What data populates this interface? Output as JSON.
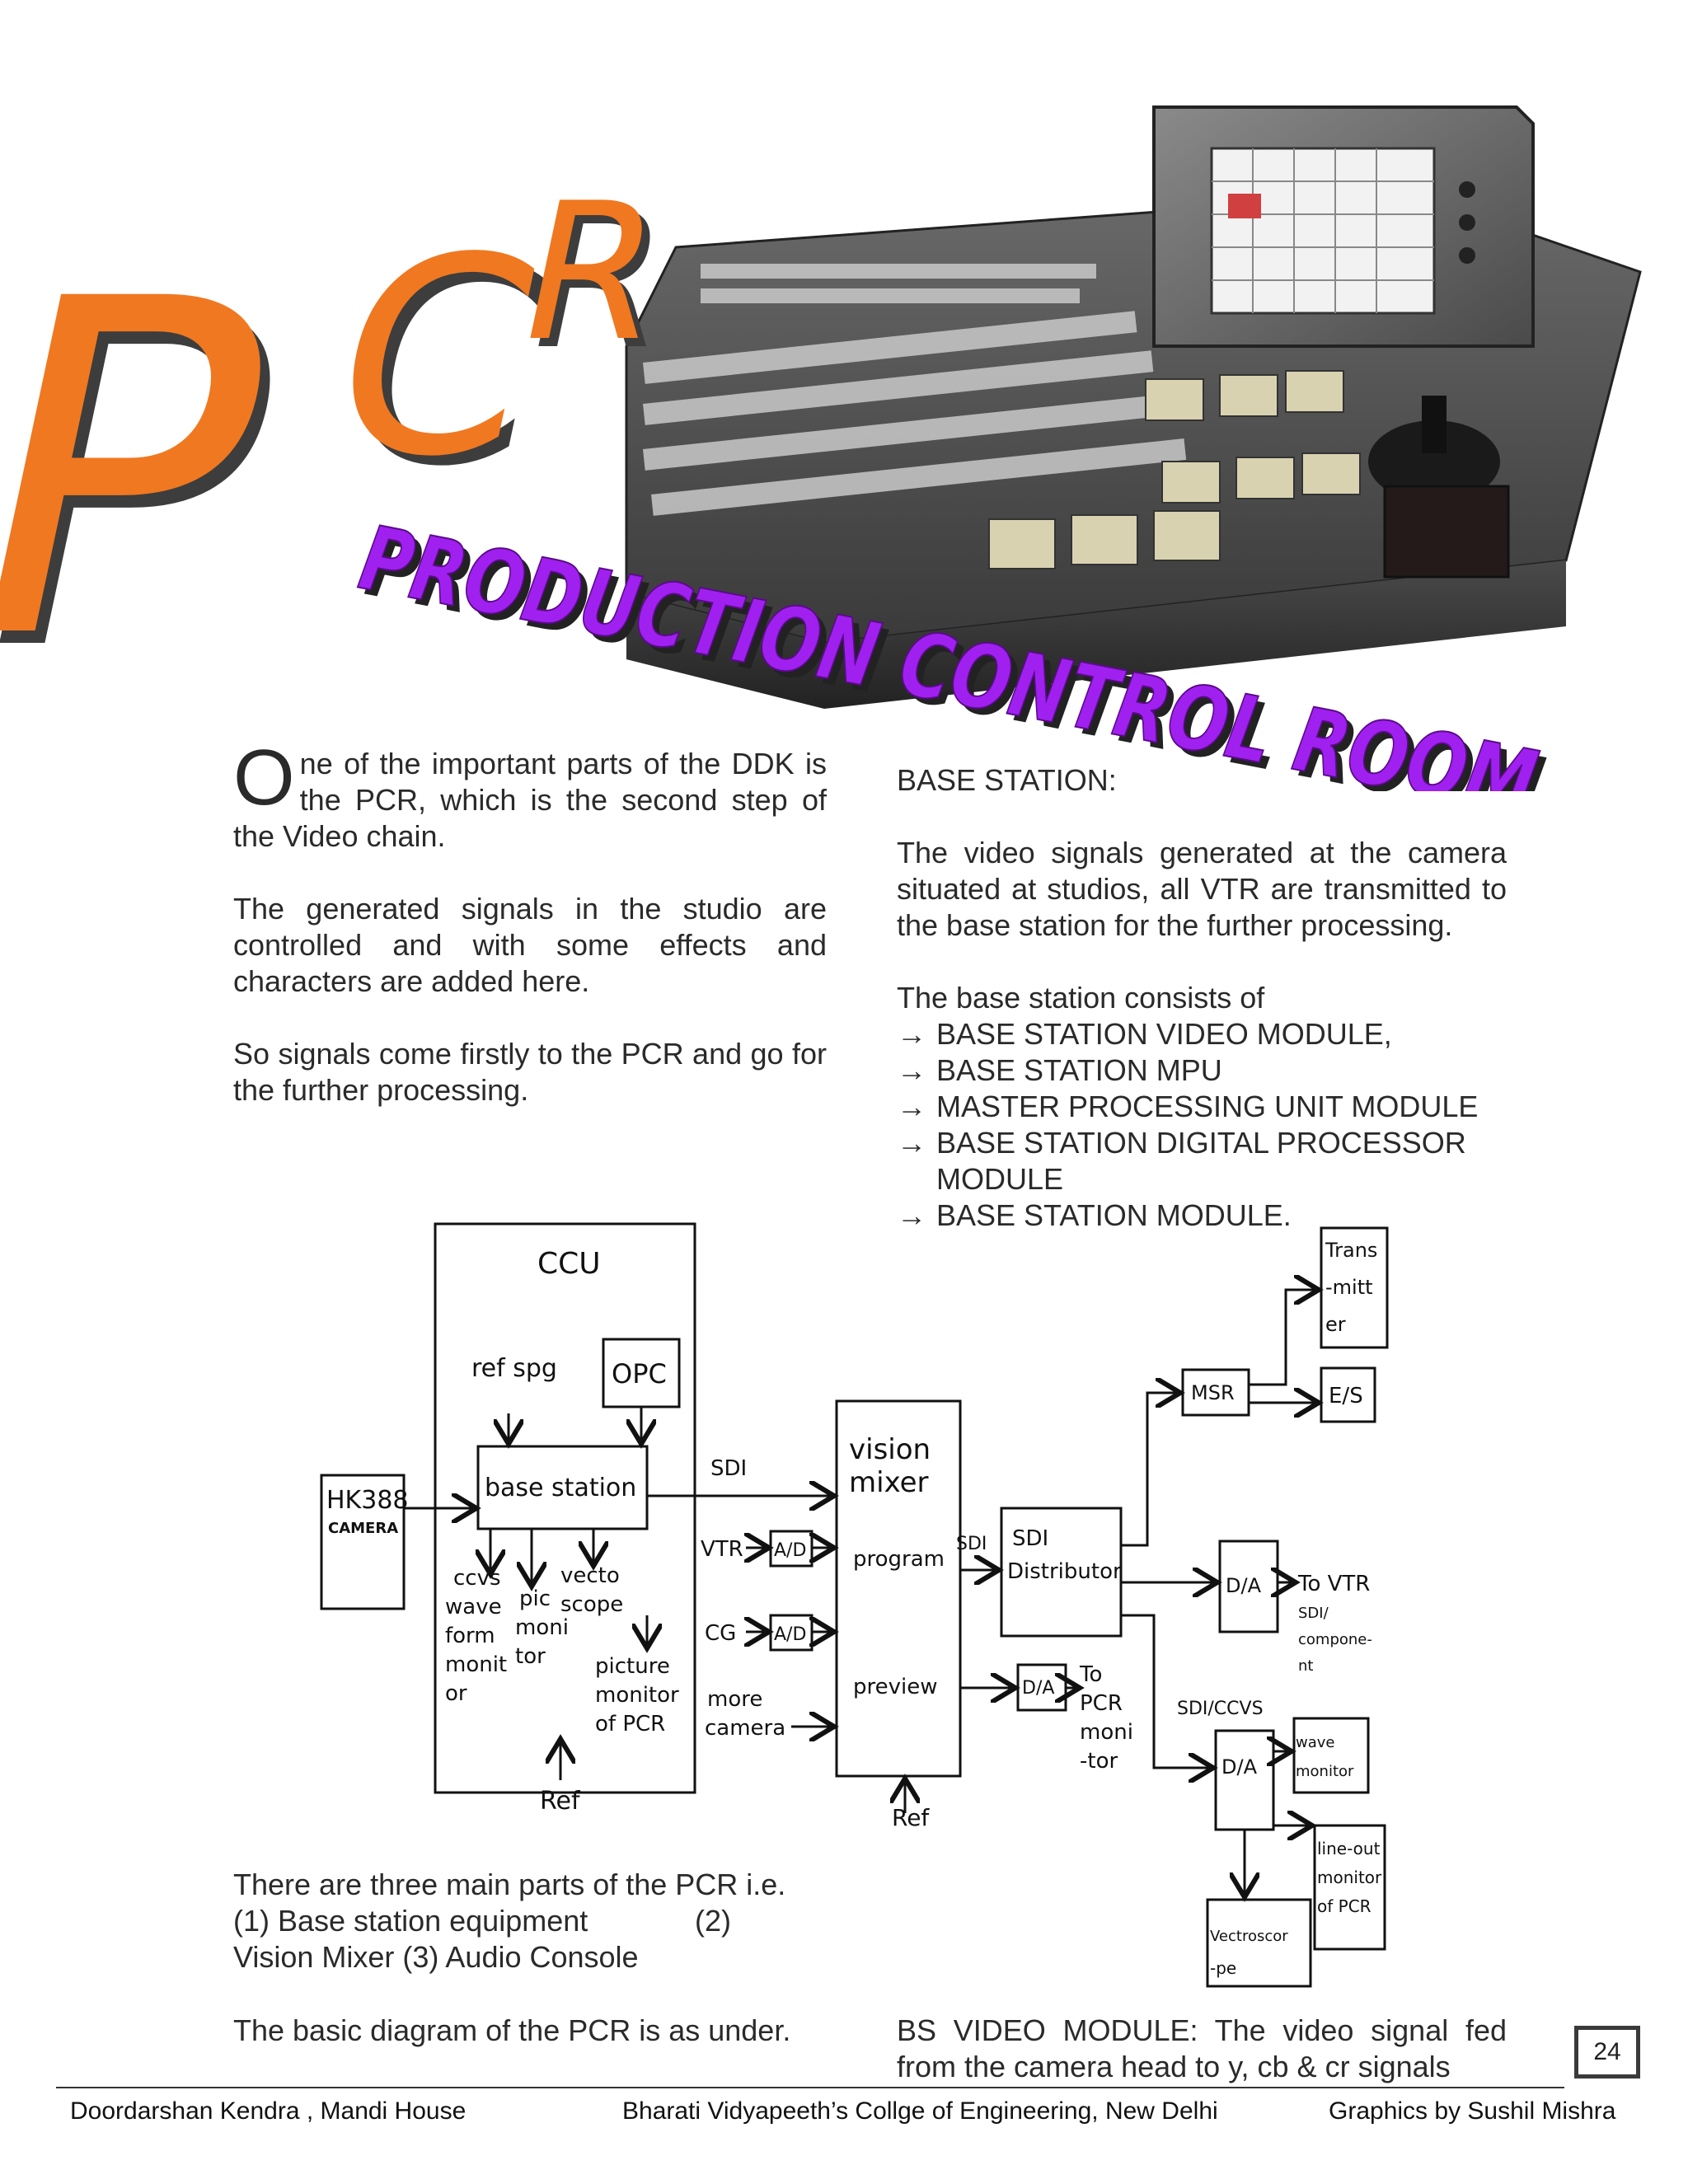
{
  "header": {
    "logo_letters": "PCR",
    "title_banner": "PRODUCTION CONTROL ROOM"
  },
  "left_column": {
    "drop_cap": "O",
    "para1_rest": "ne of the important parts of the DDK is the PCR, which is the second step of the Video chain.",
    "para2": "The generated signals in the studio are controlled and with some effects and characters are added here.",
    "para3": "So signals come firstly to the PCR and go for the further processing.",
    "para4_line1": "There are three main parts of the PCR i.e.",
    "para4_line2": "(1) Base station equipment",
    "para4_line2b": "(2)",
    "para4_line3": "Vision Mixer   (3) Audio Console",
    "para5": "The basic diagram of the PCR is as under."
  },
  "right_column": {
    "heading": "BASE STATION:",
    "para1": "The video signals generated at the camera situated at studios, all VTR are transmitted to the base station for the further processing.",
    "list_intro": "The base station consists of",
    "list": [
      "BASE STATION VIDEO MODULE,",
      "BASE STATION MPU",
      "MASTER PROCESSING UNIT MODULE",
      "BASE STATION DIGITAL PROCESSOR MODULE",
      "BASE STATION MODULE."
    ],
    "bs_video": "BS VIDEO MODULE: The video signal fed from the camera head to y, cb & cr signals"
  },
  "diagram": {
    "ccu": "CCU",
    "ref_spg": "ref spg",
    "opc": "OPC",
    "base_station": "base station",
    "hk388": "HK388",
    "camera": "CAMERA",
    "ccvs_l1": "ccvs",
    "ccvs_l2": "wave",
    "ccvs_l3": "form",
    "ccvs_l4": "monit",
    "ccvs_l5": "or",
    "pic_l1": "pic",
    "pic_l2": "moni",
    "pic_l3": "tor",
    "vecto_l1": "vecto",
    "vecto_l2": "scope",
    "picmon_l1": "picture",
    "picmon_l2": "monitor",
    "picmon_l3": "of PCR",
    "ref1": "Ref",
    "sdi": "SDI",
    "vtr": "VTR",
    "ad1": "A/D",
    "cg": "CG",
    "ad2": "A/D",
    "more_l1": "more",
    "more_l2": "camera",
    "vm_l1": "vision",
    "vm_l2": "mixer",
    "program": "program",
    "preview": "preview",
    "ref2": "Ref",
    "sdi2": "SDI",
    "sdi_dist_l1": "SDI",
    "sdi_dist_l2": "Distributor",
    "msr": "MSR",
    "trans_l1": "Trans",
    "trans_l2": "-mitt",
    "trans_l3": "er",
    "es": "E/S",
    "da1": "D/A",
    "to_vtr_l1": "To VTR",
    "to_vtr_l2": "SDI/",
    "to_vtr_l3": "compone-",
    "to_vtr_l4": "nt",
    "da2": "D/A",
    "to_pcr_l1": "To",
    "to_pcr_l2": "PCR",
    "to_pcr_l3": "moni",
    "to_pcr_l4": "-tor",
    "sdi_ccvs": "SDI/CCVS",
    "da3": "D/A",
    "wave_l1": "wave",
    "wave_l2": "monitor",
    "lineout_l1": "line-out",
    "lineout_l2": "monitor",
    "lineout_l3": "of PCR",
    "vectro_l1": "Vectroscor",
    "vectro_l2": "-pe"
  },
  "page_number": "24",
  "footer": {
    "left": "Doordarshan Kendra , Mandi House",
    "center": "Bharati Vidyapeeth’s Collge of Engineering, New Delhi",
    "right": "Graphics by Sushil Mishra"
  }
}
